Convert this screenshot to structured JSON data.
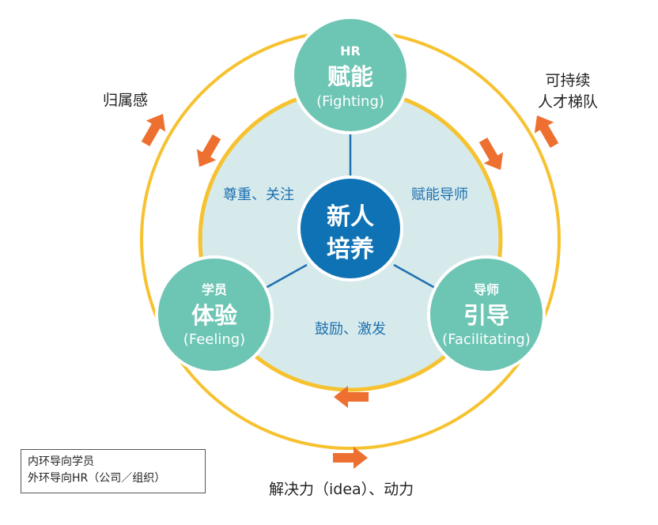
{
  "colors": {
    "ring": "#F6C230",
    "inner_fill": "#D6EAEC",
    "node": "#6DC5B3",
    "center": "#0E72B5",
    "connector": "#1F6FAF",
    "arrow": "#EE7031",
    "text_blue": "#1F6FAF"
  },
  "center": {
    "line1": "新人",
    "line2": "培养"
  },
  "nodes": {
    "hr": {
      "role": "HR",
      "title": "赋能",
      "subtitle": "(Fighting)"
    },
    "student": {
      "role": "学员",
      "title": "体验",
      "subtitle": "(Feeling)"
    },
    "mentor": {
      "role": "导师",
      "title": "引导",
      "subtitle": "(Facilitating)"
    }
  },
  "inner_labels": {
    "left": "尊重、关注",
    "right": "赋能导师",
    "bottom": "鼓励、激发"
  },
  "outer_labels": {
    "left": "归属感",
    "right_line1": "可持续",
    "right_line2": "人才梯队",
    "bottom": "解决力（idea）、动力"
  },
  "legend": {
    "line1": "内环导向学员",
    "line2": "外环导向HR（公司／组织）"
  },
  "icons": [
    "arrow-icon"
  ]
}
